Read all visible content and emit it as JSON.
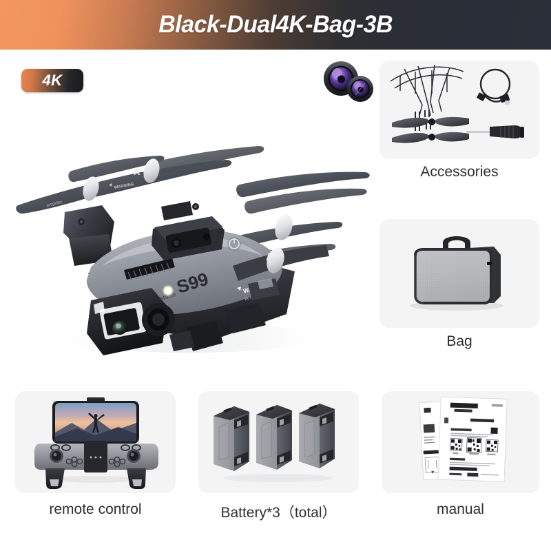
{
  "banner": {
    "title": "Black-Dual4K-Bag-3B",
    "gradient_from": "#f2975f",
    "gradient_to": "#2b2f39"
  },
  "badges": {
    "resolution": "4K",
    "resolution_badge_from": "#e8854f",
    "resolution_badge_to": "#1a1a1e",
    "camera_icon": "dual-camera-lens-icon"
  },
  "product": {
    "model_marking": "S99",
    "arm_label": "A",
    "warning_label": "WARNING",
    "body_color": "#8d9096",
    "accent_color": "#2e3034"
  },
  "panels": [
    {
      "key": "accessories",
      "label": "Accessories",
      "contents": [
        "propeller-guards",
        "usb-charging-cable",
        "spare-propellers",
        "screwdriver"
      ]
    },
    {
      "key": "bag",
      "label": "Bag",
      "contents": [
        "grey-carrying-case"
      ]
    },
    {
      "key": "remote",
      "label": "remote control",
      "contents": [
        "remote-controller",
        "smartphone-mount"
      ]
    },
    {
      "key": "battery",
      "label": "Battery*3（total）",
      "contents": [
        "battery-pack",
        "battery-pack",
        "battery-pack"
      ]
    },
    {
      "key": "manual",
      "label": "manual",
      "contents": [
        "instruction-sheet",
        "app-guide-sheet"
      ]
    }
  ],
  "colors": {
    "panel_bg": "#f4f4f4",
    "page_bg": "#ffffff",
    "label_text": "#2f2f2f"
  }
}
